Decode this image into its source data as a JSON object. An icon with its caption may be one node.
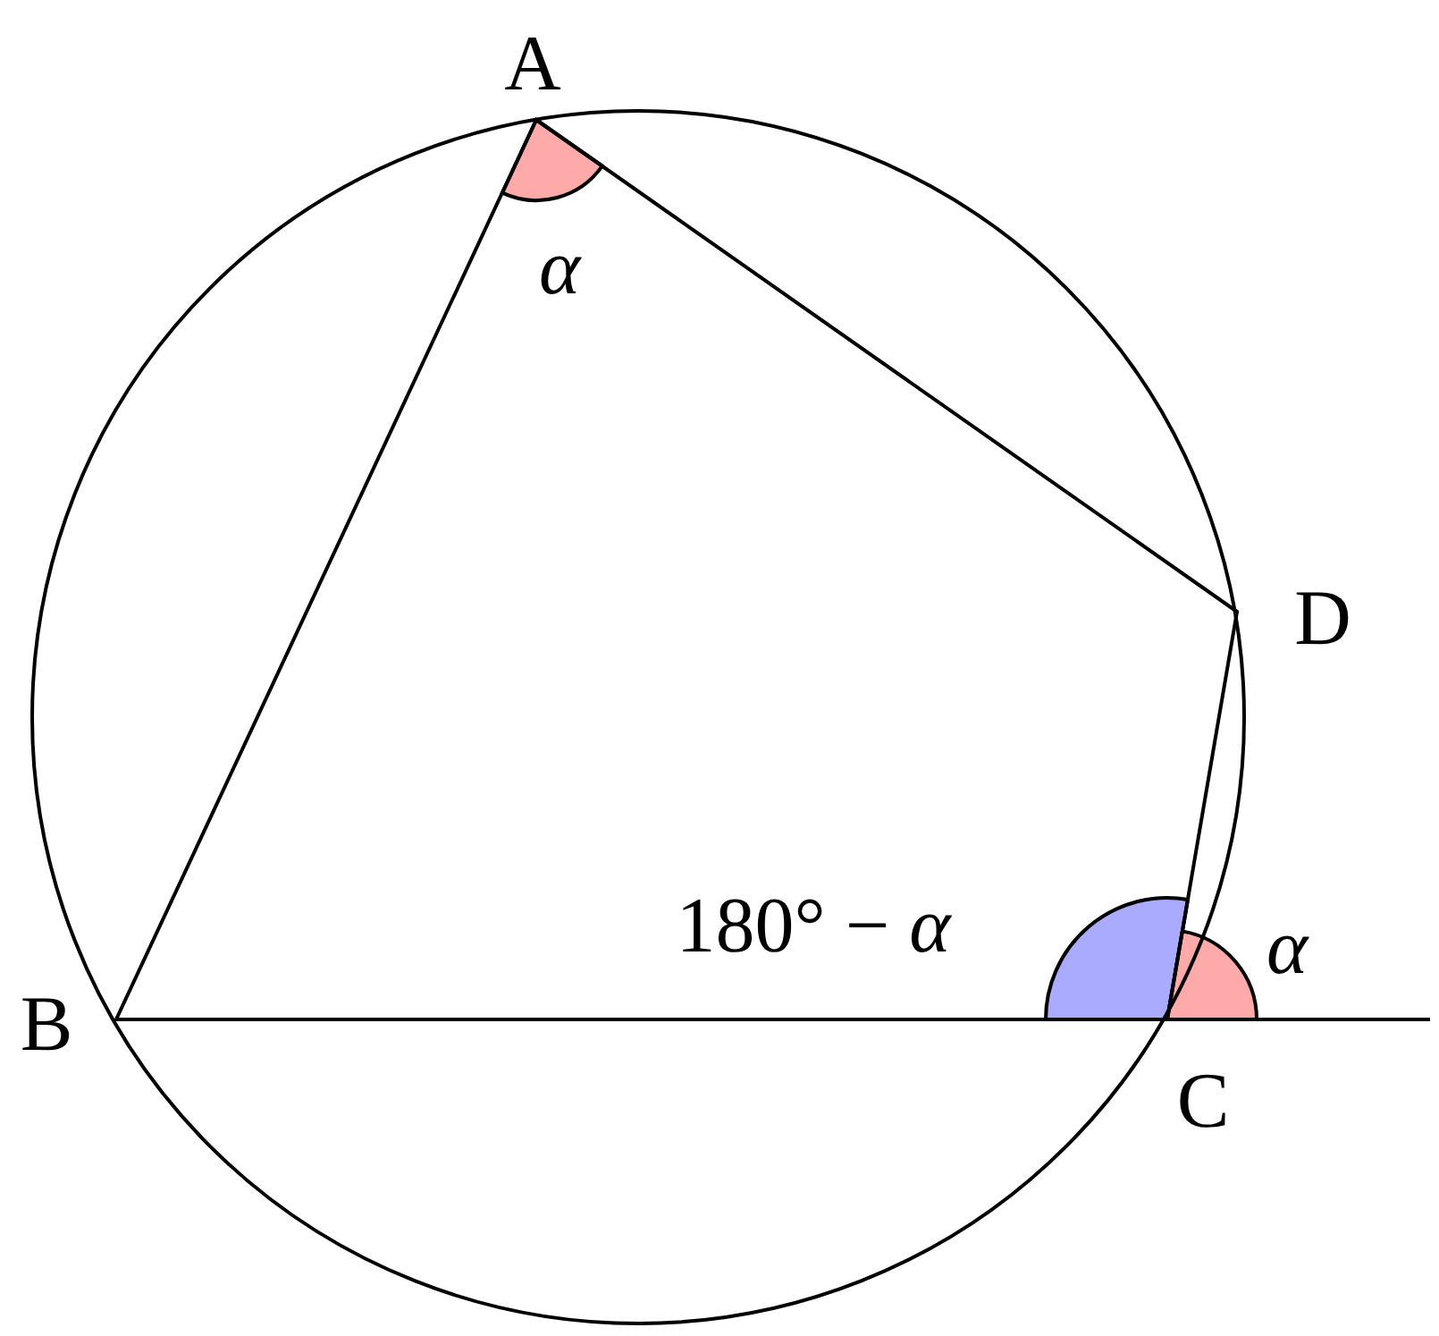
{
  "diagram": {
    "labels": [
      "A",
      "α",
      "D",
      "180° − *α*",
      "α",
      "B",
      "C"
    ]
  }
}
